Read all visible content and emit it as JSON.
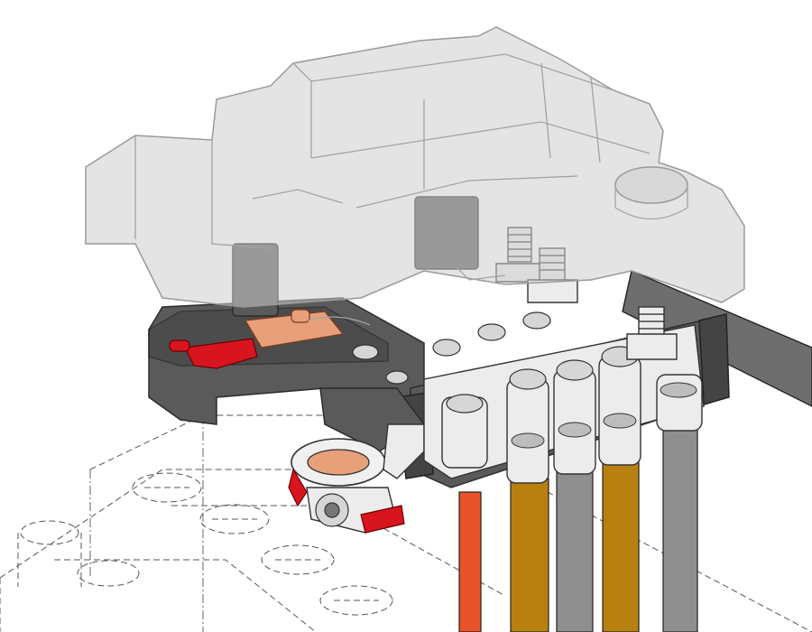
{
  "colors": {
    "cover": "#cdcdcd",
    "housing": "#5a5a5a",
    "red_part": "#d8141e",
    "orange_wire": "#e8532a",
    "gold_cable": "#b8800e",
    "grey_cable": "#8f8f8f",
    "dark_cable": "#6e6e6e"
  },
  "components": [
    {
      "id": "fuse-box-cover",
      "icon": "translucent-cover"
    },
    {
      "id": "fuse-box-base",
      "icon": "dark-housing"
    },
    {
      "id": "battery-terminal-clamp",
      "icon": "terminal-clamp"
    },
    {
      "id": "battery-outline",
      "icon": "dashed-battery"
    },
    {
      "id": "stud-terminals",
      "icon": "threaded-studs"
    },
    {
      "id": "cables",
      "icon": "cable-bundle"
    }
  ]
}
